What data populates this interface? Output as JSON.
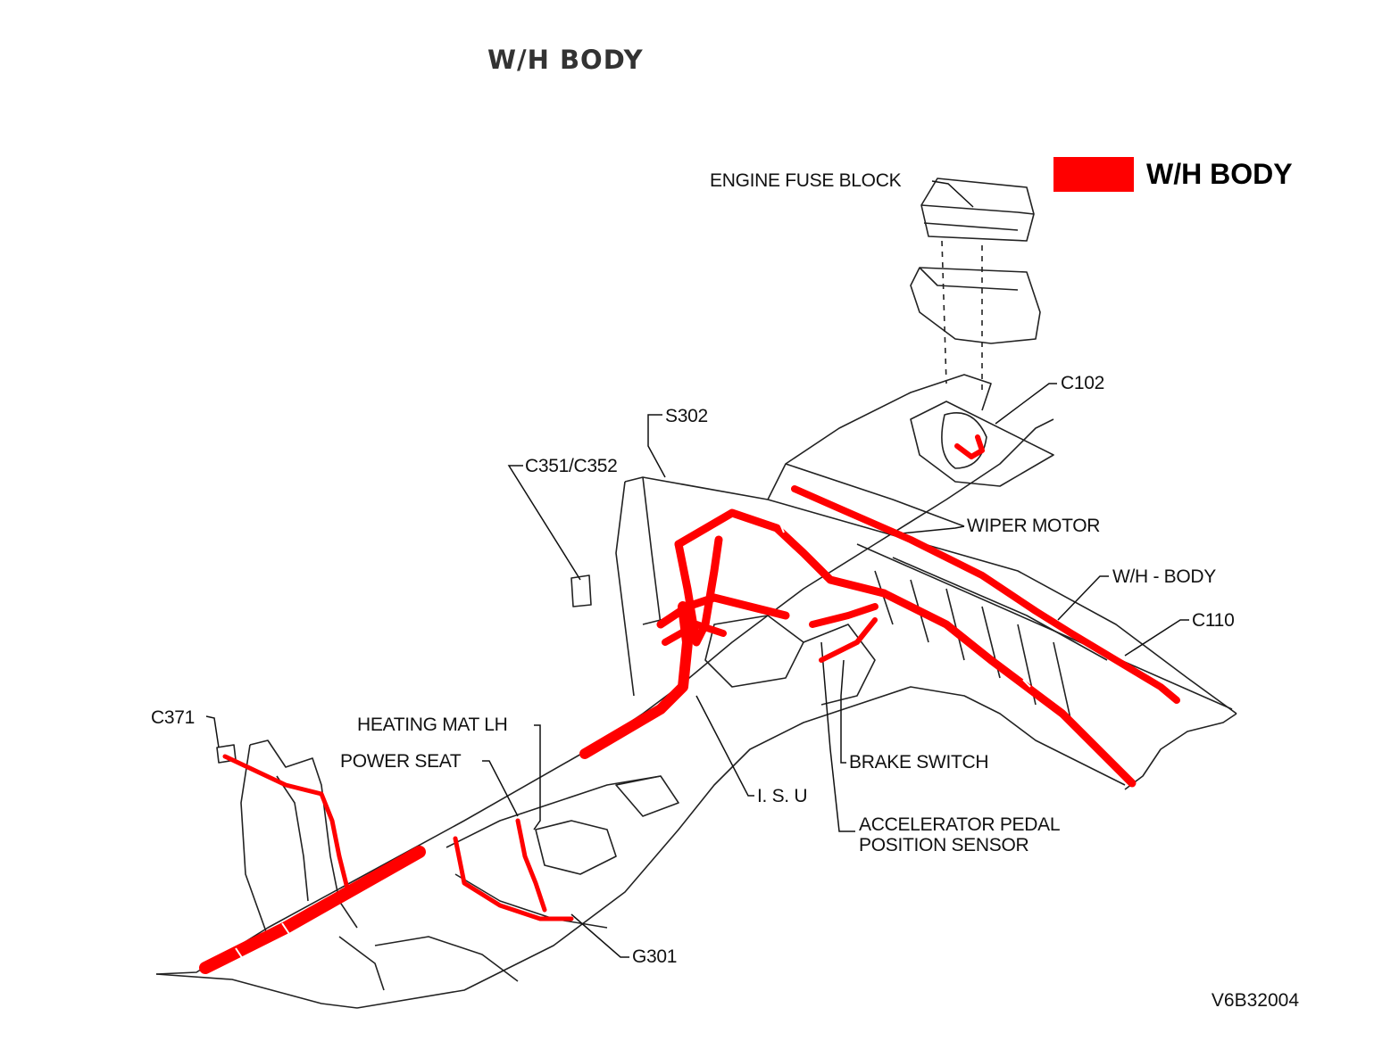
{
  "title": "W/H BODY",
  "legend": {
    "label": "W/H BODY",
    "color": "#ff0000"
  },
  "labels": {
    "engine_fuse_block": "ENGINE FUSE BLOCK",
    "c102": "C102",
    "s302": "S302",
    "c351_c352": "C351/C352",
    "wiper_motor": "WIPER MOTOR",
    "wh_body": "W/H - BODY",
    "c110": "C110",
    "c371": "C371",
    "heating_mat_lh": "HEATING MAT LH",
    "power_seat": "POWER SEAT",
    "brake_switch": "BRAKE SWITCH",
    "isu": "I. S. U",
    "app_sensor_line1": "ACCELERATOR PEDAL",
    "app_sensor_line2": "POSITION SENSOR",
    "g301": "G301"
  },
  "diagram_code": "V6B32004",
  "colors": {
    "harness": "#ff0000",
    "linework": "#222222"
  }
}
